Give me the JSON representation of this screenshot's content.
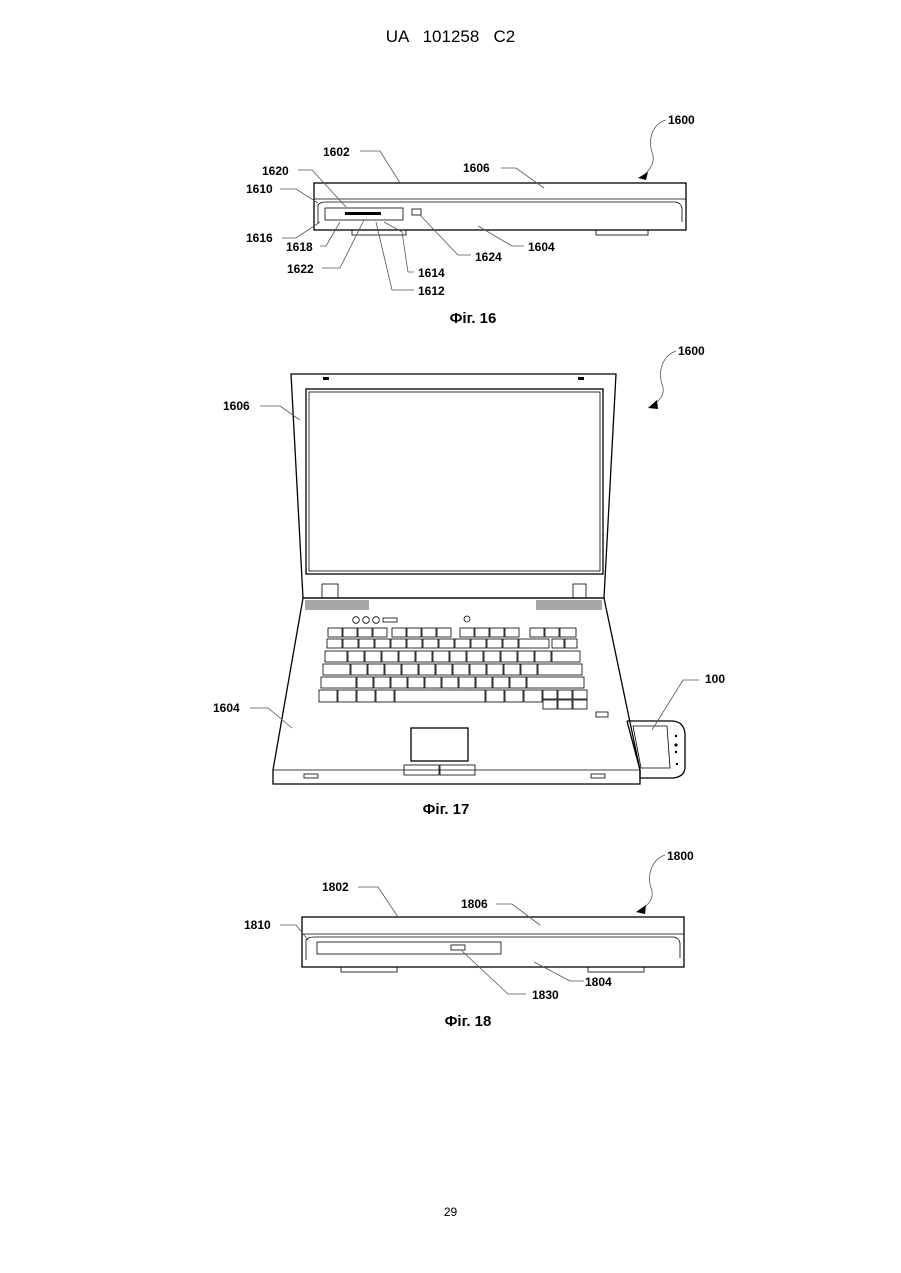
{
  "header": {
    "text": "UA   101258   C2"
  },
  "page_number": "29",
  "figures": {
    "fig16": {
      "caption": "Фіг. 16",
      "labels": {
        "l1600": "1600",
        "l1602": "1602",
        "l1606": "1606",
        "l1620": "1620",
        "l1610": "1610",
        "l1616": "1616",
        "l1618": "1618",
        "l1622": "1622",
        "l1624": "1624",
        "l1604": "1604",
        "l1614": "1614",
        "l1612": "1612"
      }
    },
    "fig17": {
      "caption": "Фіг. 17",
      "labels": {
        "l1600": "1600",
        "l1606": "1606",
        "l1604": "1604",
        "l100": "100"
      }
    },
    "fig18": {
      "caption": "Фіг. 18",
      "labels": {
        "l1800": "1800",
        "l1802": "1802",
        "l1806": "1806",
        "l1810": "1810",
        "l1830": "1830",
        "l1804": "1804"
      }
    }
  }
}
